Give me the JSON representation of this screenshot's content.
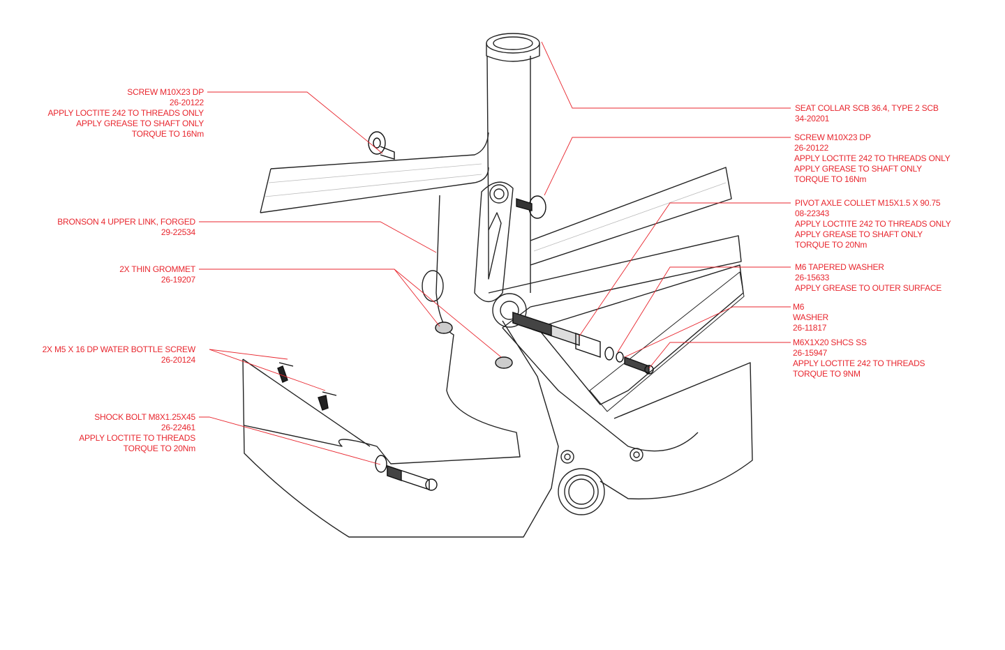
{
  "callouts": {
    "screw_top_left": {
      "lines": [
        "SCREW M10X23 DP",
        "26-20122",
        "APPLY LOCTITE 242 TO THREADS ONLY",
        "APPLY GREASE TO SHAFT ONLY",
        "TORQUE TO 16Nm"
      ]
    },
    "upper_link": {
      "lines": [
        "BRONSON 4 UPPER LINK, FORGED",
        "29-22534"
      ]
    },
    "grommet": {
      "lines": [
        "2X THIN GROMMET",
        "26-19207"
      ]
    },
    "water_bottle_screw": {
      "lines": [
        "2X M5 X 16 DP WATER BOTTLE SCREW",
        "26-20124"
      ]
    },
    "shock_bolt": {
      "lines": [
        "SHOCK BOLT M8X1.25X45",
        "26-22461",
        "APPLY LOCTITE TO THREADS",
        "TORQUE TO 20Nm"
      ]
    },
    "seat_collar": {
      "lines": [
        "SEAT COLLAR SCB 36.4, TYPE 2 SCB",
        "34-20201"
      ]
    },
    "screw_right": {
      "lines": [
        "SCREW M10X23 DP",
        "26-20122",
        "APPLY LOCTITE 242 TO THREADS ONLY",
        "APPLY GREASE TO SHAFT ONLY",
        "TORQUE TO 16Nm"
      ]
    },
    "pivot_axle": {
      "lines": [
        "PIVOT AXLE COLLET M15X1.5 X 90.75",
        "08-22343",
        "APPLY LOCTITE 242 TO THREADS ONLY",
        "APPLY GREASE TO SHAFT ONLY",
        "TORQUE TO 20Nm"
      ]
    },
    "tapered_washer": {
      "lines": [
        "M6 TAPERED WASHER",
        "26-15633",
        "APPLY GREASE TO OUTER SURFACE"
      ]
    },
    "m6_washer": {
      "lines": [
        "M6",
        "WASHER",
        "26-11817"
      ]
    },
    "shcs": {
      "lines": [
        "M6X1X20 SHCS SS",
        "26-15947",
        "APPLY LOCTITE 242 TO THREADS",
        "TORQUE TO 9NM"
      ]
    }
  },
  "colors": {
    "callout": "#e8262e",
    "linework": "#222222"
  }
}
